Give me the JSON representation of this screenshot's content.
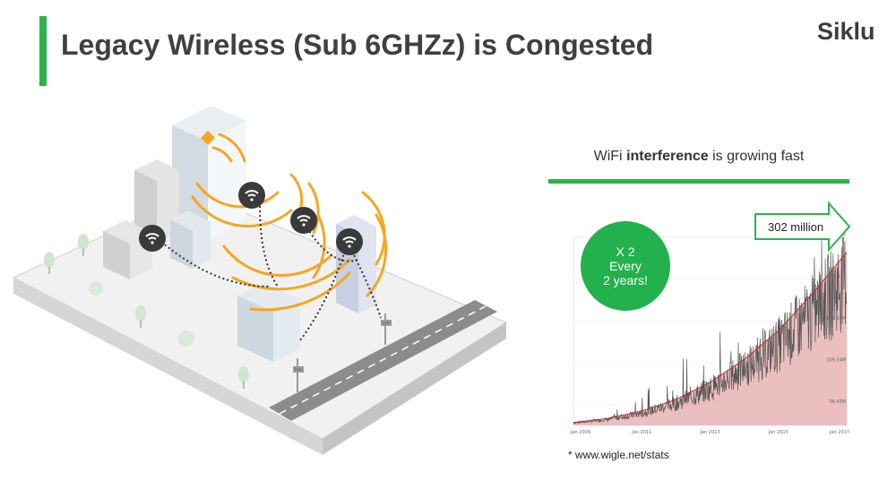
{
  "slide": {
    "title": "Legacy Wireless (Sub 6GHZz) is Congested",
    "logo": "Siklu",
    "accent_color": "#2db34a"
  },
  "illustration": {
    "wifi_icon": "wifi-icon",
    "wave_color": "#f5a623"
  },
  "chart_panel": {
    "heading_pre": "WiFi ",
    "heading_bold": "interference",
    "heading_post": " is growing fast",
    "badge_lines": [
      "X 2",
      "Every",
      "2 years!"
    ],
    "callout": "302 million",
    "footnote": "* www.wigle.net/stats"
  },
  "chart_data": {
    "type": "area",
    "x_tick_labels": [
      "Jan 2009",
      "Jan 2011",
      "Jan 2013",
      "Jan 2015",
      "Jan 2017"
    ],
    "y_tick_labels": [
      "36.45M",
      "109.34M",
      "182.24M",
      "255.13k",
      "328.03k"
    ],
    "trend": {
      "x": [
        2009,
        2010,
        2011,
        2012,
        2013,
        2014,
        2015,
        2016,
        2017
      ],
      "y": [
        5,
        12,
        25,
        45,
        75,
        115,
        165,
        230,
        302
      ]
    },
    "colors": {
      "trend_fill": "#e8b4b4",
      "trend_line": "#b03030",
      "raw": "#555555"
    }
  }
}
